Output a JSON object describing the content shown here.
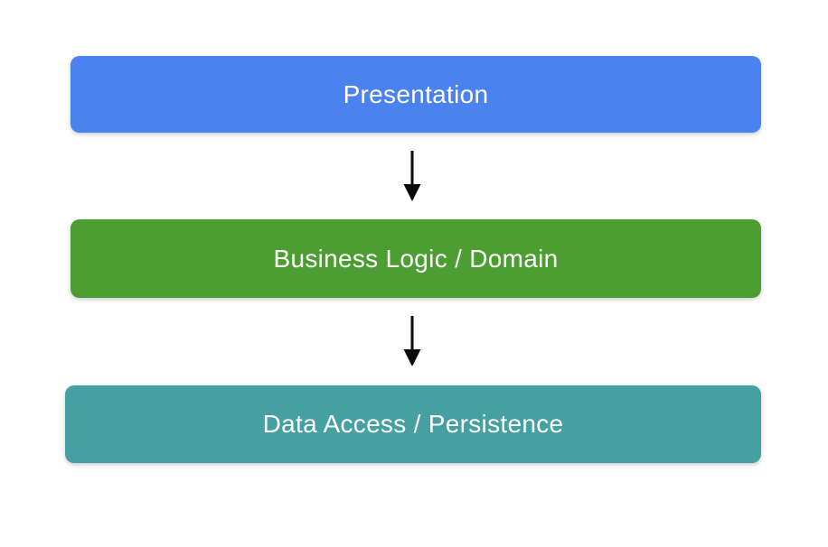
{
  "diagram": {
    "type": "layered-architecture",
    "background": "#ffffff",
    "layers": [
      {
        "label": "Presentation",
        "color": "#4a82f0",
        "text_color": "#ffffff"
      },
      {
        "label": "Business Logic / Domain",
        "color": "#4c9e32",
        "text_color": "#ffffff"
      },
      {
        "label": "Data Access / Persistence",
        "color": "#45a0a2",
        "text_color": "#ffffff"
      }
    ],
    "connectors": [
      {
        "from": "Presentation",
        "to": "Business Logic / Domain",
        "direction": "down",
        "color": "#0b0b0b"
      },
      {
        "from": "Business Logic / Domain",
        "to": "Data Access / Persistence",
        "direction": "down",
        "color": "#0b0b0b"
      }
    ]
  }
}
